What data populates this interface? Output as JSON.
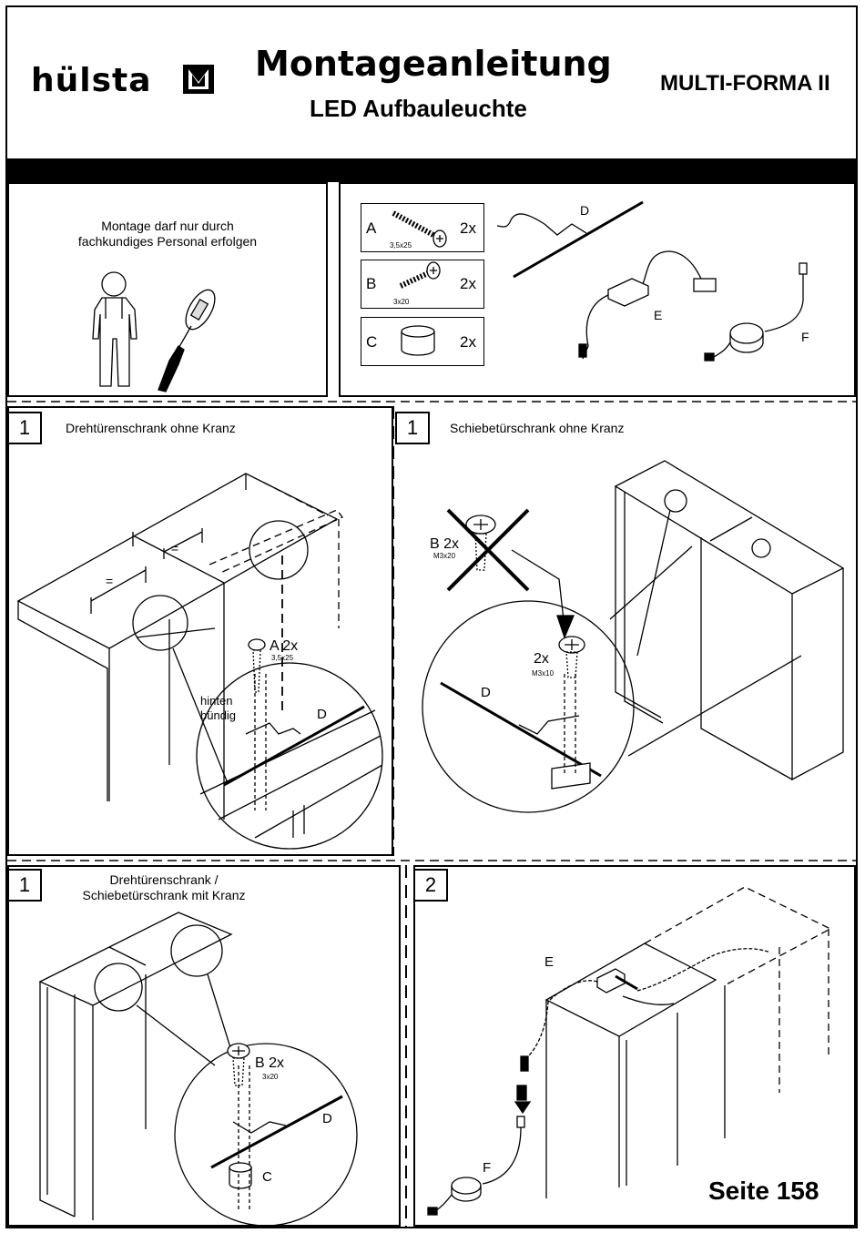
{
  "header": {
    "brand": "hülsta",
    "title": "Montageanleitung",
    "subtitle": "LED Aufbauleuchte",
    "model": "MULTI-FORMA II"
  },
  "notice": {
    "line1": "Montage darf nur durch",
    "line2": "fachkundiges Personal erfolgen"
  },
  "parts": [
    {
      "letter": "A",
      "qty": "2x",
      "size": "3,5x25"
    },
    {
      "letter": "B",
      "qty": "2x",
      "size": "3x20"
    },
    {
      "letter": "C",
      "qty": "2x",
      "size": ""
    }
  ],
  "components": {
    "d": "D",
    "e": "E",
    "f": "F"
  },
  "step_a": {
    "number": "1",
    "caption": "Drehtürenschrank ohne Kranz",
    "screw_label": "A 2x",
    "screw_size": "3,5x25",
    "note_line1": "hinten",
    "note_line2": "bündig",
    "part_label": "D",
    "equal1": "=",
    "equal2": "="
  },
  "step_b": {
    "number": "1",
    "caption": "Schiebetürschrank  ohne Kranz",
    "wrong_label": "B 2x",
    "wrong_size": "M3x20",
    "screw_label": "2x",
    "screw_size": "M3x10",
    "part_label": "D"
  },
  "step_c": {
    "number": "1",
    "caption_line1": "Drehtürenschrank  /",
    "caption_line2": "Schiebetürschrank  mit   Kranz",
    "screw_label": "B 2x",
    "screw_size": "3x20",
    "part_d": "D",
    "part_c": "C"
  },
  "step_d": {
    "number": "2",
    "part_e": "E",
    "part_f": "F"
  },
  "footer": {
    "page": "Seite 158"
  }
}
